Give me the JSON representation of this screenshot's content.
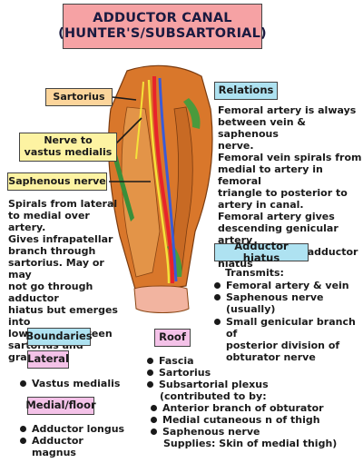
{
  "title": {
    "line1": "ADDUCTOR CANAL",
    "line2": "(HUNTER'S/SUBSARTORIAL)"
  },
  "labels": {
    "sartorius": "Sartorius",
    "nerve_vastus": "Nerve to\nvastus medialis",
    "saphenous": "Saphenous nerve",
    "relations": "Relations",
    "adductor_hiatus": "Adductor hiatus",
    "boundaries": "Boundaries",
    "roof": "Roof",
    "lateral": "Lateral",
    "medial_floor": "Medial/floor"
  },
  "texts": {
    "saphenous_desc": "Spirals from lateral\nto medial over artery.\nGives infrapatellar\nbranch through\nsartorius. May or may\nnot go through adductor\nhiatus but emerges into\nlower leg between\nsartorius and gracilis",
    "relations_desc": "Femoral artery is always\nbetween vein & saphenous\nnerve.\nFemoral vein spirals from\nmedial to artery in femoral\ntriangle to posterior to\nartery in canal.\nFemoral artery gives\ndescending genicular artery\nas it leaves the adductor\nhiatus",
    "transmits_heading": "Transmits:",
    "contributed": "(contributed to by:",
    "supplies": "Supplies: Skin of medial thigh)"
  },
  "lists": {
    "transmits": [
      "Femoral artery & vein",
      "Saphenous nerve (usually)",
      "Small genicular branch of\nposterior division of\nobturator nerve"
    ],
    "lateral": [
      "Vastus medialis"
    ],
    "medial_floor": [
      "Adductor longus",
      "Adductor magnus"
    ],
    "roof": [
      "Fascia",
      "Sartorius",
      "Subsartorial plexus"
    ],
    "roof_sub": [
      "Anterior branch of obturator",
      "Medial cutaneous n of thigh",
      "Saphenous nerve"
    ]
  },
  "colors": {
    "title_bg": "#f6a2a4",
    "label_orange": "#fcd59b",
    "label_yellow": "#fdf3a2",
    "label_blue": "#aee2f1",
    "label_pink": "#f4c2e8",
    "artery": "#e8232a",
    "nerve": "#f5e23a",
    "vein": "#3b5bd6"
  }
}
